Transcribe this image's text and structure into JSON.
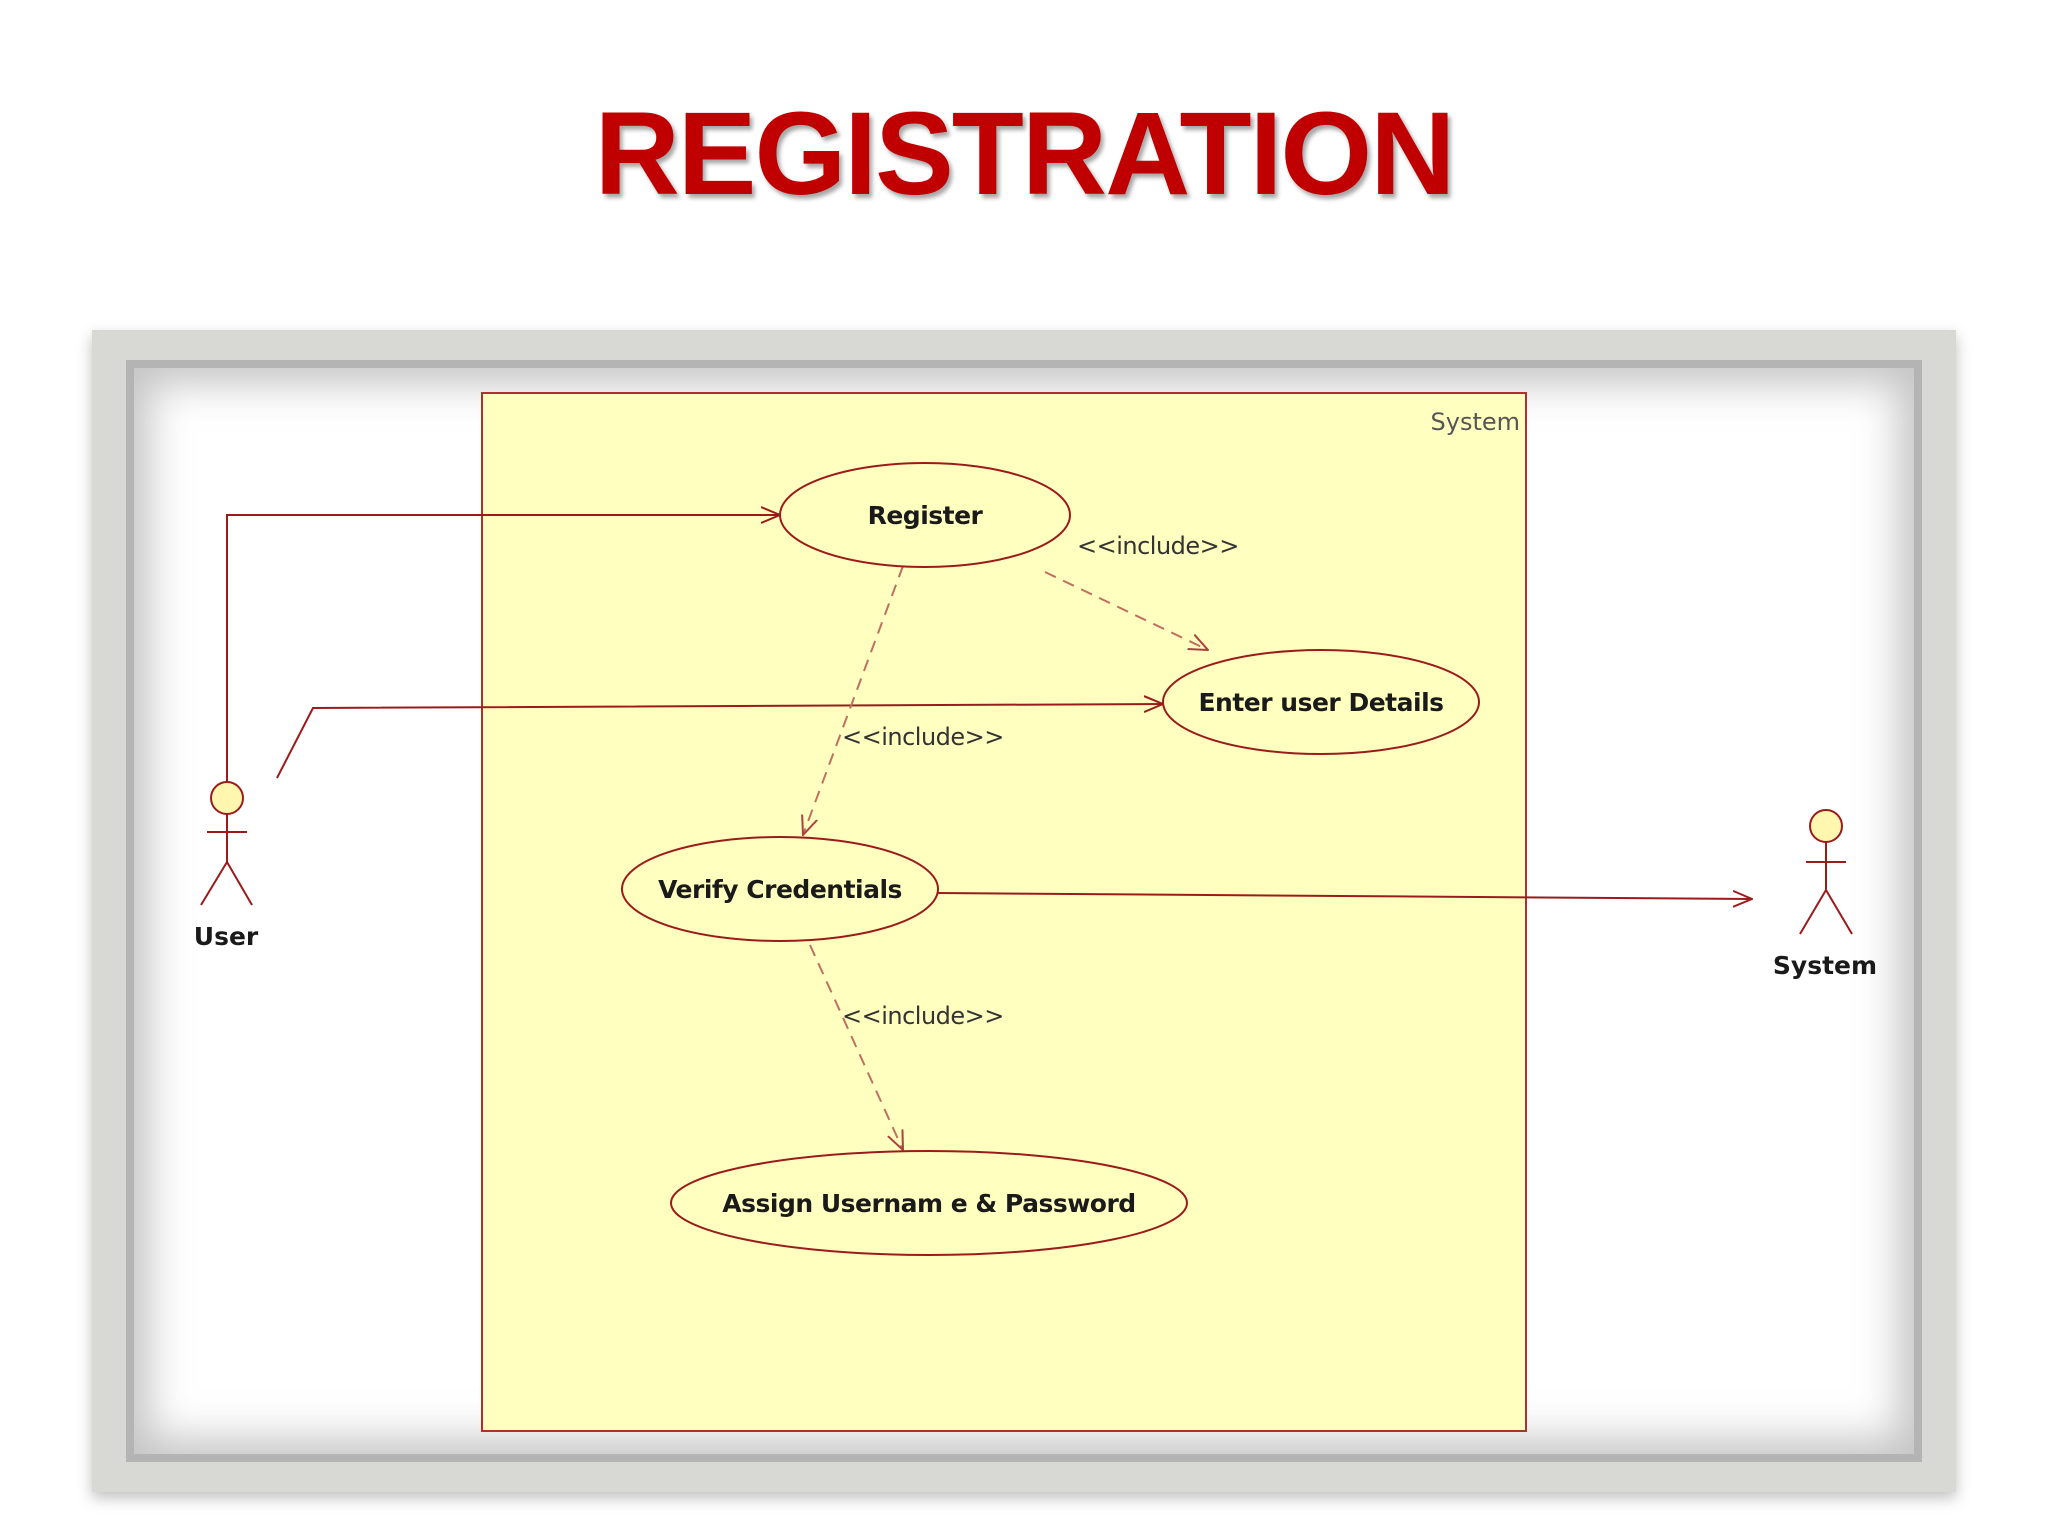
{
  "title": "REGISTRATION",
  "colors": {
    "title": "#c00000",
    "boundary_fill": "#ffffc0",
    "line": "#9b1b1b",
    "actor_head": "#fff6b0"
  },
  "diagram": {
    "system_boundary_label": "System",
    "actors": [
      {
        "name": "User"
      },
      {
        "name": "System"
      }
    ],
    "use_cases": [
      {
        "label": "Register"
      },
      {
        "label": "Enter user Details"
      },
      {
        "label": "Verify Credentials"
      },
      {
        "label": "Assign Usernam e & Password"
      }
    ],
    "relationships": [
      {
        "from": "User",
        "to": "Register",
        "type": "association"
      },
      {
        "from": "User",
        "to": "Enter user Details",
        "type": "association"
      },
      {
        "from": "Verify Credentials",
        "to": "System",
        "type": "association"
      },
      {
        "from": "Register",
        "to": "Enter user Details",
        "type": "include",
        "label": "<<include>>"
      },
      {
        "from": "Register",
        "to": "Verify Credentials",
        "type": "include",
        "label": "<<include>>"
      },
      {
        "from": "Verify Credentials",
        "to": "Assign Usernam e & Password",
        "type": "include",
        "label": "<<include>>"
      }
    ]
  }
}
